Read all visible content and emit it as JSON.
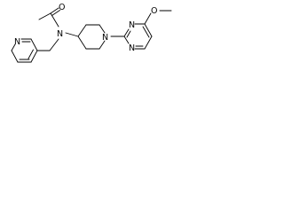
{
  "structure": {
    "atoms": {
      "acetyl_oxygen": "O",
      "amide_nitrogen": "N",
      "pyridine_nitrogen": "N",
      "piperidine_nitrogen": "N",
      "pyrimidine_nitrogen_1": "N",
      "pyrimidine_nitrogen_2": "N",
      "methoxy_oxygen": "O"
    }
  }
}
